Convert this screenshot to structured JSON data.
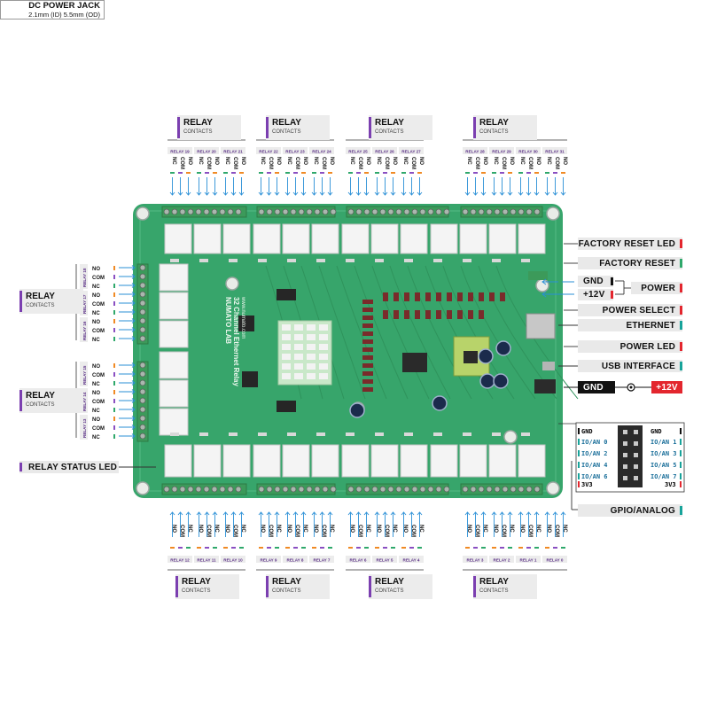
{
  "relay_block": {
    "title": "RELAY",
    "subtitle": "CONTACTS"
  },
  "contact_names": [
    "NO",
    "COM",
    "NC"
  ],
  "top_relays": [
    "RELAY 19",
    "RELAY 20",
    "RELAY 21",
    "RELAY 22",
    "RELAY 23",
    "RELAY 24",
    "RELAY 25",
    "RELAY 26",
    "RELAY 27",
    "RELAY 28",
    "RELAY 29",
    "RELAY 30",
    "RELAY 31"
  ],
  "bottom_relays": [
    "RELAY 12",
    "RELAY 11",
    "RELAY 10",
    "RELAY 9",
    "RELAY 8",
    "RELAY 7",
    "RELAY 6",
    "RELAY 5",
    "RELAY 4",
    "RELAY 3",
    "RELAY 2",
    "RELAY 1",
    "RELAY 0"
  ],
  "left_relays": [
    "RELAY 18",
    "RELAY 17",
    "RELAY 16",
    "RELAY 15",
    "RELAY 14",
    "RELAY 13"
  ],
  "right_labels": {
    "factory_reset_led": "FACTORY RESET LED",
    "factory_reset": "FACTORY RESET",
    "gnd": "GND",
    "plus12v": "+12V",
    "power": "POWER",
    "power_select": "POWER SELECT",
    "ethernet": "ETHERNET",
    "power_led": "POWER LED",
    "usb_interface": "USB INTERFACE",
    "gpio_analog": "GPIO/ANALOG",
    "relay_status_led": "RELAY STATUS LED"
  },
  "dc_jack": {
    "gnd": "GND",
    "plus12v": "+12V",
    "title": "DC POWER JACK",
    "spec": "2.1mm (ID) 5.5mm (OD)"
  },
  "gpio": {
    "left_header": "GND",
    "right_header": "GND",
    "left_pins": [
      "IO/AN 0",
      "IO/AN 2",
      "IO/AN 4",
      "IO/AN 6"
    ],
    "right_pins": [
      "IO/AN 1",
      "IO/AN 3",
      "IO/AN 5",
      "IO/AN 7"
    ],
    "power_pin": "3V3"
  },
  "board_text": {
    "brand": "NUMATO LAB",
    "product": "32 Channel Ethernet Relay",
    "url": "www.numato.com"
  },
  "colors": {
    "relay_purple": "#7b3fb0",
    "no_orange": "#f08a24",
    "com_purple": "#8a4fc2",
    "nc_green": "#2fa86b",
    "gpio_teal": "#17a39a",
    "power_red": "#e3262e",
    "pcb_green": "#37a56b",
    "terminal_green": "#3c9a5a"
  }
}
